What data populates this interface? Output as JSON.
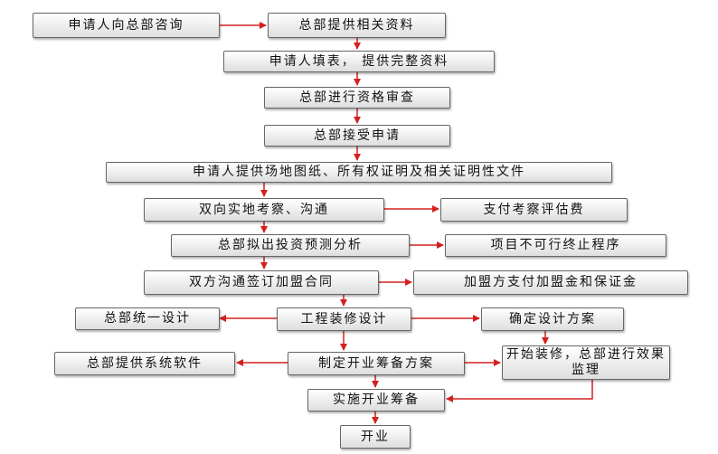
{
  "nodes": {
    "consult": "申请人向总部咨询",
    "provide_info": "总部提供相关资料",
    "fill_form": "申请人填表， 提供完整资料",
    "qualification_review": "总部进行资格审查",
    "accept_application": "总部接受申请",
    "site_docs": "申请人提供场地图纸、所有权证明及相关证明性文件",
    "site_survey": "双向实地考察、沟通",
    "pay_survey_fee": "支付考察评估费",
    "investment_forecast": "总部拟出投资预测分析",
    "project_terminated": "项目不可行终止程序",
    "sign_contract": "双方沟通签订加盟合同",
    "pay_fees": "加盟方支付加盟金和保证金",
    "unified_design": "总部统一设计",
    "renovation_design": "工程装修设计",
    "confirm_design": "确定设计方案",
    "system_software": "总部提供系统软件",
    "opening_plan": "制定开业筹备方案",
    "start_renovation": "开始装修，总部进行效果监理",
    "implement_prep": "实施开业筹备",
    "opening": "开业"
  },
  "colors": {
    "arrow": "#d42020",
    "box_border": "#666666"
  }
}
